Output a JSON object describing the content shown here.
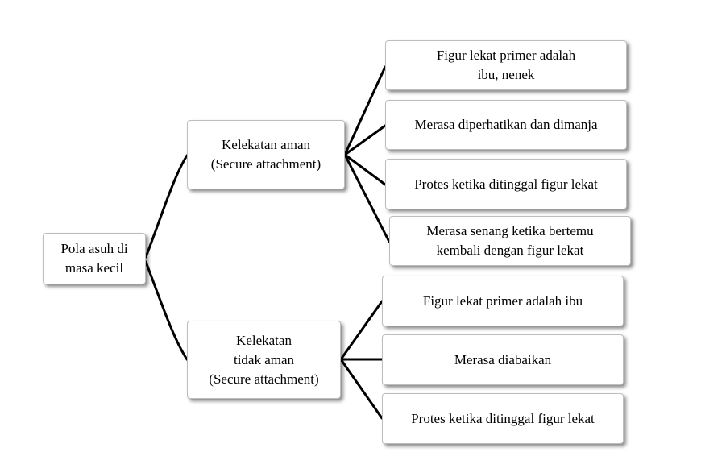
{
  "root": {
    "lines": [
      "Pola asuh di",
      "masa kecil"
    ]
  },
  "branches": [
    {
      "lines": [
        "Kelekatan aman",
        "(Secure attachment)"
      ],
      "children": [
        {
          "lines": [
            "Figur lekat primer adalah",
            "ibu, nenek"
          ]
        },
        {
          "lines": [
            "Merasa diperhatikan dan dimanja"
          ]
        },
        {
          "lines": [
            "Protes ketika ditinggal figur lekat"
          ]
        },
        {
          "lines": [
            "Merasa senang ketika bertemu",
            "kembali dengan figur lekat"
          ]
        }
      ]
    },
    {
      "lines": [
        "Kelekatan",
        "tidak aman",
        "(Secure attachment)"
      ],
      "children": [
        {
          "lines": [
            "Figur lekat primer adalah ibu"
          ]
        },
        {
          "lines": [
            "Merasa diabaikan"
          ]
        },
        {
          "lines": [
            "Protes ketika ditinggal figur lekat"
          ]
        }
      ]
    }
  ]
}
